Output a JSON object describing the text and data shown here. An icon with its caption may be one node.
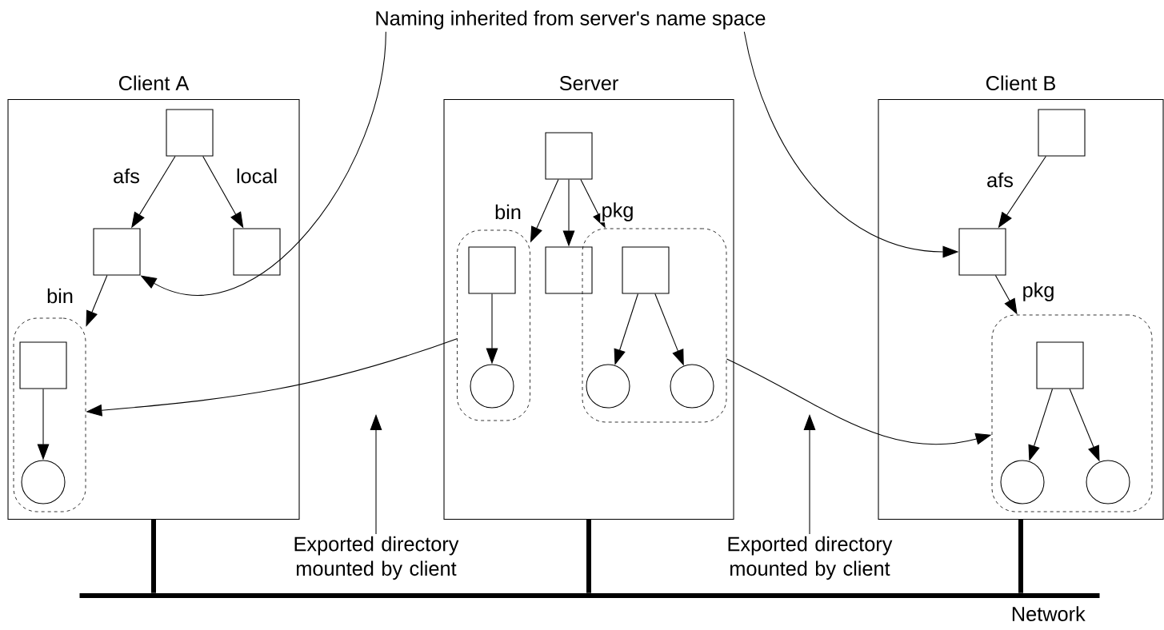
{
  "diagram": {
    "nodes": [
      {
        "text": [
          "Client A"
        ]
      },
      {
        "text": [
          "Server"
        ]
      },
      {
        "text": [
          "Client B"
        ]
      },
      {
        "text": [],
        "shape": "box",
        "in": 0
      },
      {
        "text": [],
        "shape": "box",
        "in": 0
      },
      {
        "text": [],
        "shape": "box",
        "in": 0
      },
      {
        "text": [],
        "shape": "box",
        "in": 0
      },
      {
        "text": [],
        "shape": "box",
        "in": 6
      },
      {
        "text": [],
        "shape": "circle",
        "in": 6
      },
      {
        "text": [],
        "shape": "box",
        "in": 1
      },
      {
        "text": [],
        "shape": "box",
        "in": 1
      },
      {
        "text": [],
        "shape": "box",
        "in": 10
      },
      {
        "text": [],
        "shape": "circle",
        "in": 10
      },
      {
        "text": [],
        "shape": "box",
        "in": 1
      },
      {
        "text": [],
        "shape": "box",
        "in": 1
      },
      {
        "text": [],
        "shape": "box",
        "in": 14
      },
      {
        "text": [],
        "shape": "circle",
        "in": 14
      },
      {
        "text": [],
        "shape": "circle",
        "in": 14
      },
      {
        "text": [],
        "shape": "box",
        "in": 2
      },
      {
        "text": [],
        "shape": "box",
        "in": 2
      },
      {
        "text": [],
        "shape": "box",
        "in": 2
      },
      {
        "text": [],
        "shape": "box",
        "in": 20
      },
      {
        "text": [],
        "shape": "circle",
        "in": 20
      },
      {
        "text": [],
        "shape": "circle",
        "in": 20
      },
      {
        "text": [
          "Naming inherited from server's name space"
        ]
      },
      {
        "text": [],
        "shape": "bar",
        "beside": [
          "Network"
        ]
      },
      {
        "text": [
          "Exported directory mounted by client"
        ]
      },
      {
        "text": [
          "Exported directory mounted by client"
        ]
      }
    ],
    "edges": [
      {
        "from": 3,
        "to": 4,
        "arrow": "to",
        "label": "afs"
      },
      {
        "from": 3,
        "to": 5,
        "arrow": "to",
        "label": "local"
      },
      {
        "from": 4,
        "to": 6,
        "arrow": "to",
        "label": "bin"
      },
      {
        "from": 7,
        "to": 8,
        "arrow": "to"
      },
      {
        "from": 9,
        "to": 10,
        "arrow": "to",
        "label": "bin"
      },
      {
        "from": 9,
        "to": 13,
        "arrow": "to"
      },
      {
        "from": 9,
        "to": 14,
        "arrow": "to",
        "label": "pkg"
      },
      {
        "from": 11,
        "to": 12,
        "arrow": "to"
      },
      {
        "from": 15,
        "to": 16,
        "arrow": "to"
      },
      {
        "from": 15,
        "to": 17,
        "arrow": "to"
      },
      {
        "from": 18,
        "to": 19,
        "arrow": "to",
        "label": "afs"
      },
      {
        "from": 19,
        "to": 20,
        "arrow": "to",
        "label": "pkg"
      },
      {
        "from": 21,
        "to": 22,
        "arrow": "to"
      },
      {
        "from": 21,
        "to": 23,
        "arrow": "to"
      },
      {
        "from": 10,
        "to": 6,
        "arrow": "to"
      },
      {
        "from": 14,
        "to": 20,
        "arrow": "to"
      },
      {
        "from": 24,
        "to": 4,
        "arrow": "to"
      },
      {
        "from": 24,
        "to": 19,
        "arrow": "to"
      },
      {
        "from": 0,
        "to": 25,
        "arrow": "none",
        "style": "thick"
      },
      {
        "from": 1,
        "to": 25,
        "arrow": "none",
        "style": "thick"
      },
      {
        "from": 2,
        "to": 25,
        "arrow": "none",
        "style": "thick"
      },
      {
        "from": 26,
        "to": null,
        "arrow": "to"
      },
      {
        "from": 27,
        "to": null,
        "arrow": "to"
      }
    ]
  }
}
